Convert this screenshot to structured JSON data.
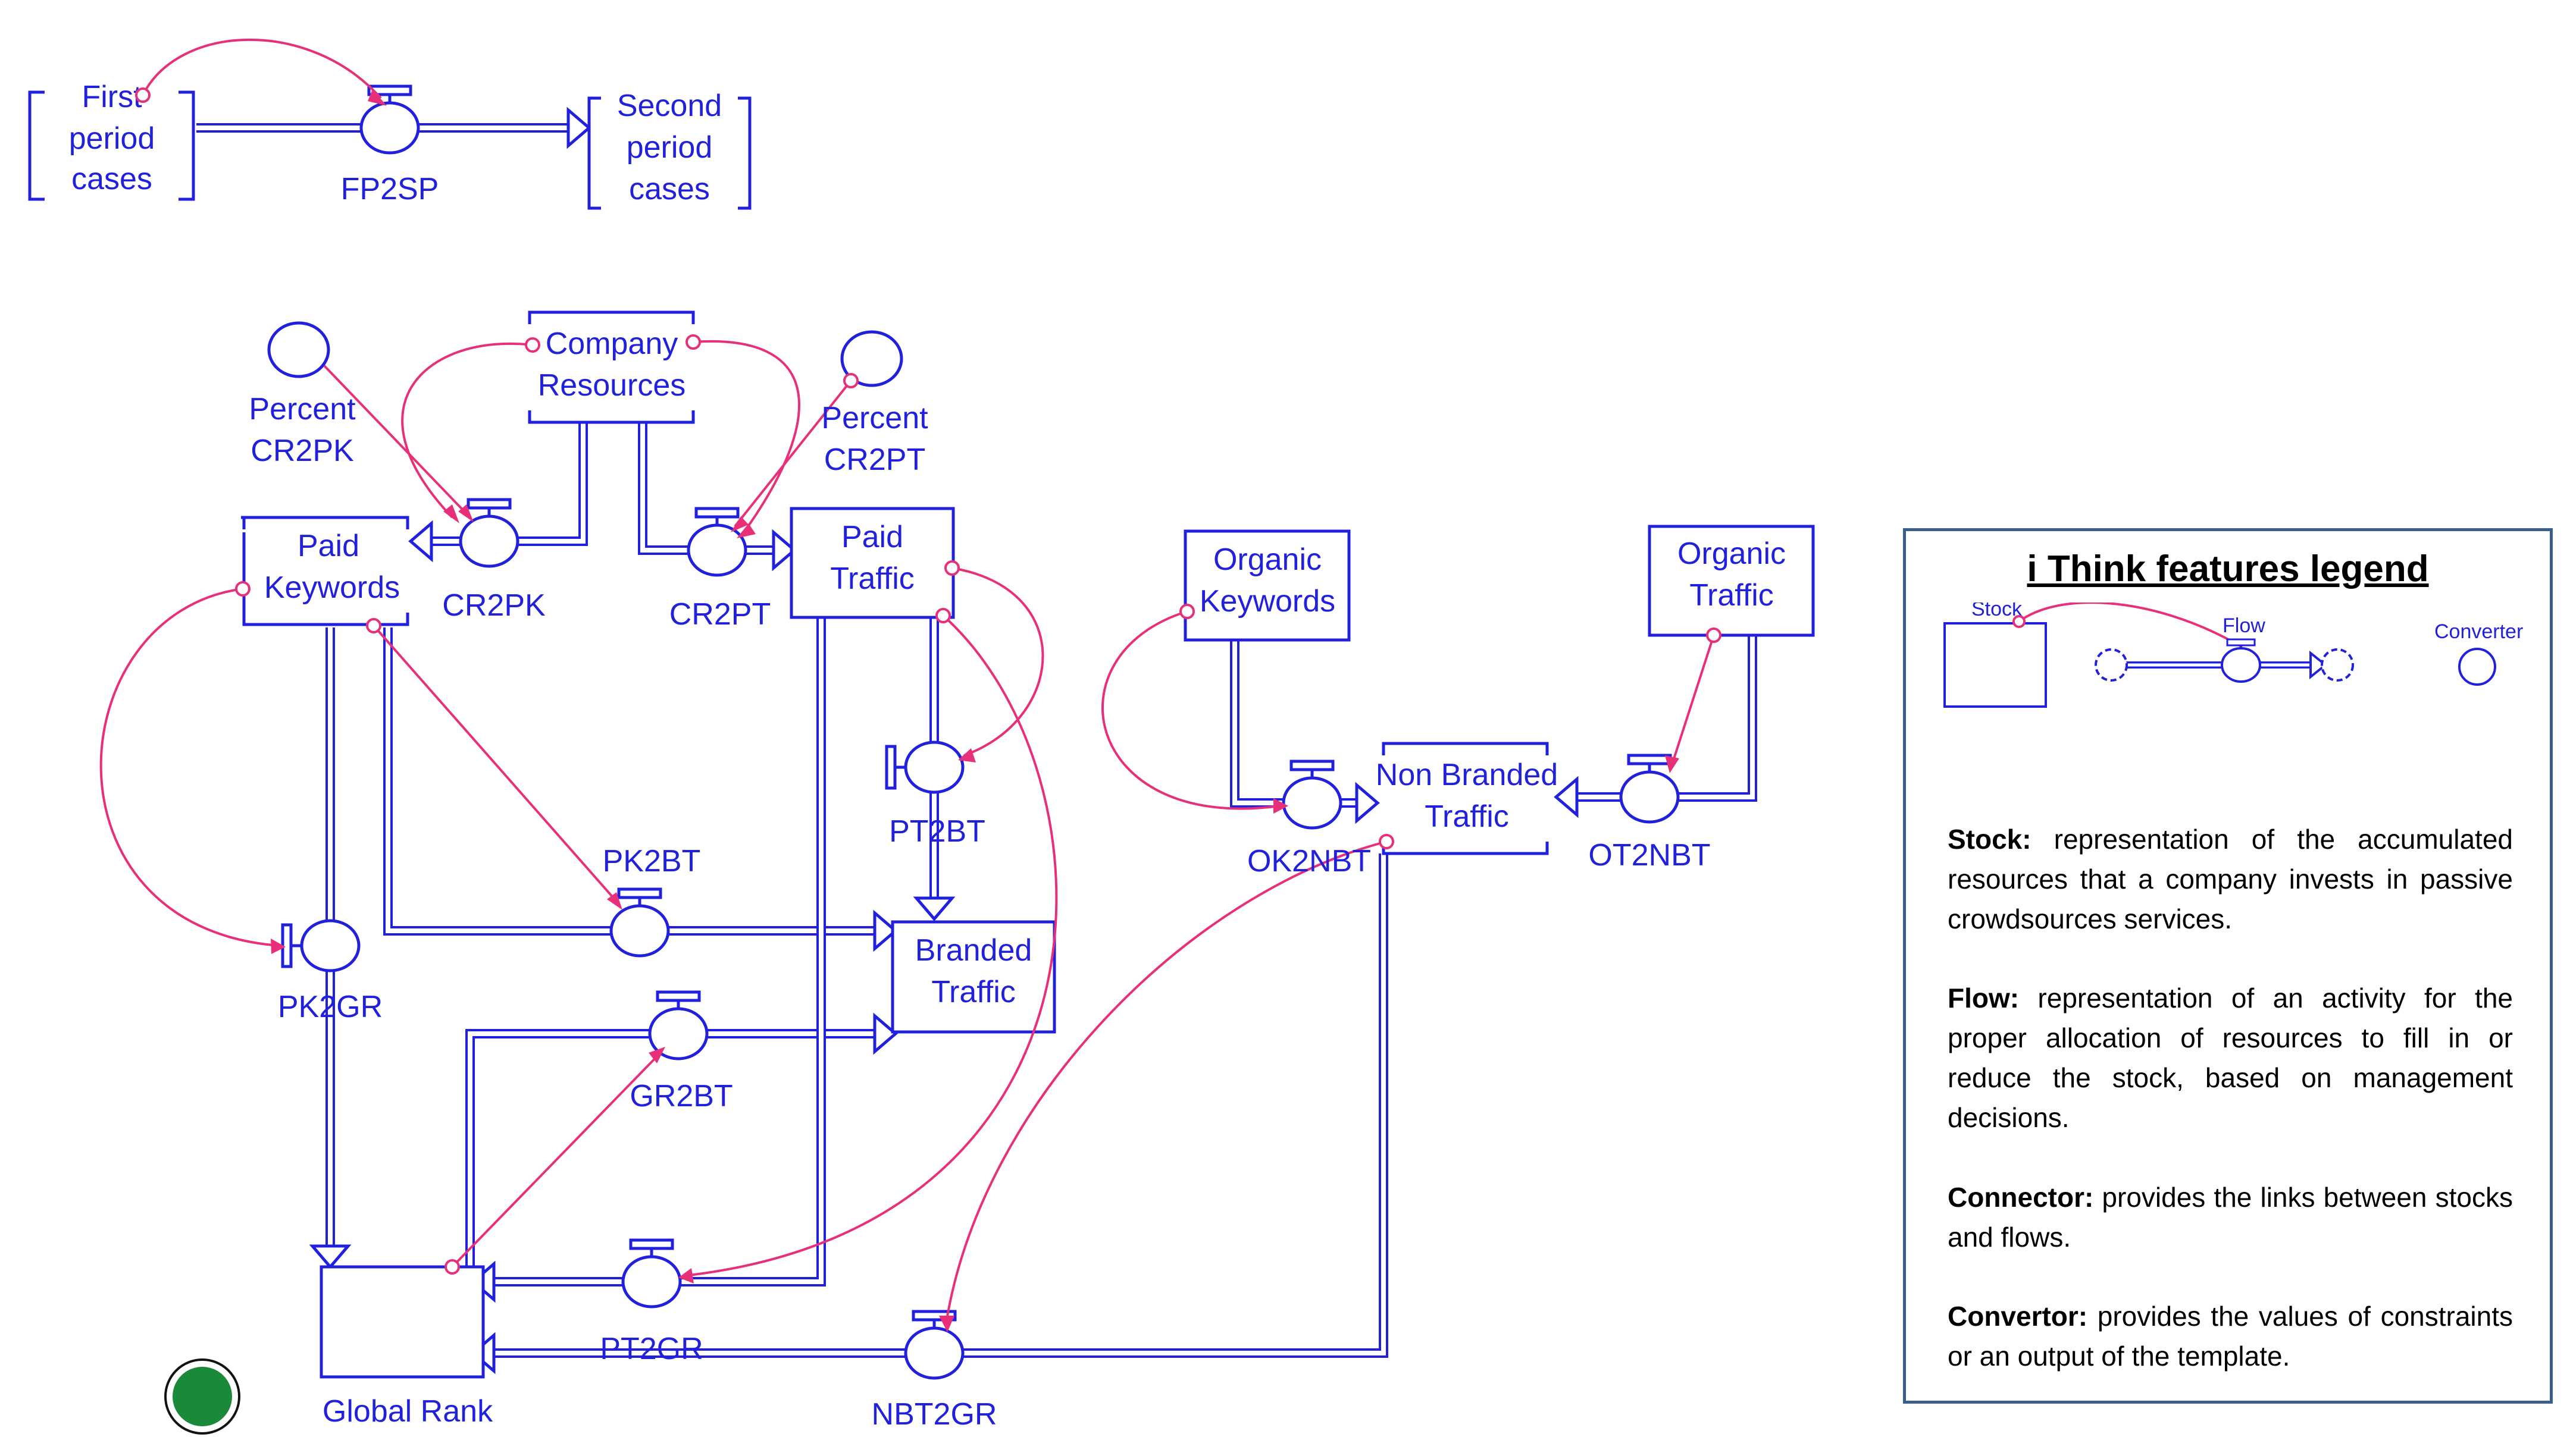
{
  "stocks": {
    "first_period_cases": "First period cases",
    "second_period_cases": "Second period cases",
    "company_resources": "Company Resources",
    "paid_keywords": "Paid Keywords",
    "paid_traffic": "Paid Traffic",
    "organic_keywords": "Organic Keywords",
    "organic_traffic": "Organic Traffic",
    "non_branded_traffic": "Non Branded Traffic",
    "branded_traffic": "Branded Traffic",
    "global_rank": "Global Rank"
  },
  "flows": {
    "fp2sp": "FP2SP",
    "cr2pk": "CR2PK",
    "cr2pt": "CR2PT",
    "pk2bt": "PK2BT",
    "pt2bt": "PT2BT",
    "pk2gr": "PK2GR",
    "gr2bt": "GR2BT",
    "pt2gr": "PT2GR",
    "nbt2gr": "NBT2GR",
    "ok2nbt": "OK2NBT",
    "ot2nbt": "OT2NBT"
  },
  "converters": {
    "percent_cr2pk": "Percent CR2PK",
    "percent_cr2pt": "Percent CR2PT"
  },
  "colors": {
    "diagram_blue": "#2020dd",
    "connector_pink": "#e8307a",
    "status_green": "#1a8a3a",
    "legend_border": "#3a5f8f"
  },
  "legend": {
    "title": "i Think features legend",
    "stock_label": "Stock",
    "flow_label": "Flow",
    "converter_label": "Converter",
    "items": [
      {
        "term": "Stock:",
        "text": " representation of the accumulated resources that a company invests in passive crowdsources services."
      },
      {
        "term": "Flow:",
        "text": " representation of an activity for the proper allocation of resources to fill in or reduce the stock, based on management decisions."
      },
      {
        "term": "Connector:",
        "text": " provides the links between stocks and flows."
      },
      {
        "term": "Convertor:",
        "text": " provides the values of constraints or an output of the template."
      }
    ]
  }
}
